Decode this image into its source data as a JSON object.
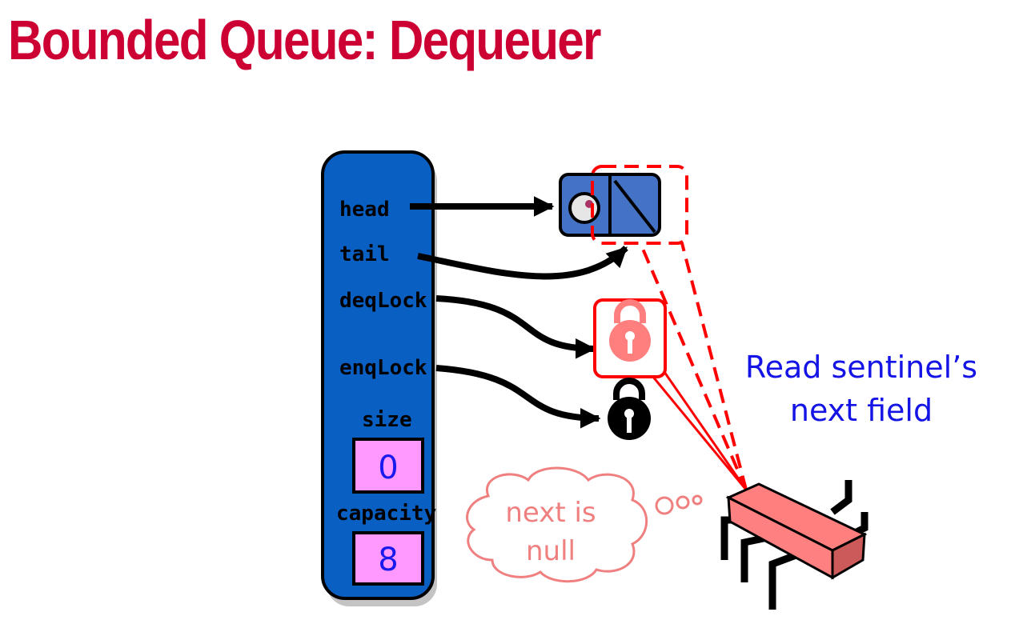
{
  "title": "Bounded Queue: Dequeuer",
  "queue_object": {
    "fields": {
      "head": "head",
      "tail": "tail",
      "deq_lock": "deqLock",
      "enq_lock": "enqLock"
    },
    "size_label": "size",
    "size_value": "0",
    "capacity_label": "capacity",
    "capacity_value": "8"
  },
  "caption": {
    "line1": "Read sentinel’s",
    "line2": "next field"
  },
  "thought": {
    "line1": "next is",
    "line2": "null"
  },
  "colors": {
    "title": "#cc0033",
    "queue_body": "#0a5fc2",
    "value_box": "#ff99ff",
    "highlight": "#ff0000",
    "held_lock": "#ff7f7f",
    "thread": "#ff7f7f",
    "caption": "#1414e6"
  },
  "icons": [
    "sentinel-node-icon",
    "lock-icon",
    "thread-bug-icon",
    "thought-cloud-icon"
  ]
}
